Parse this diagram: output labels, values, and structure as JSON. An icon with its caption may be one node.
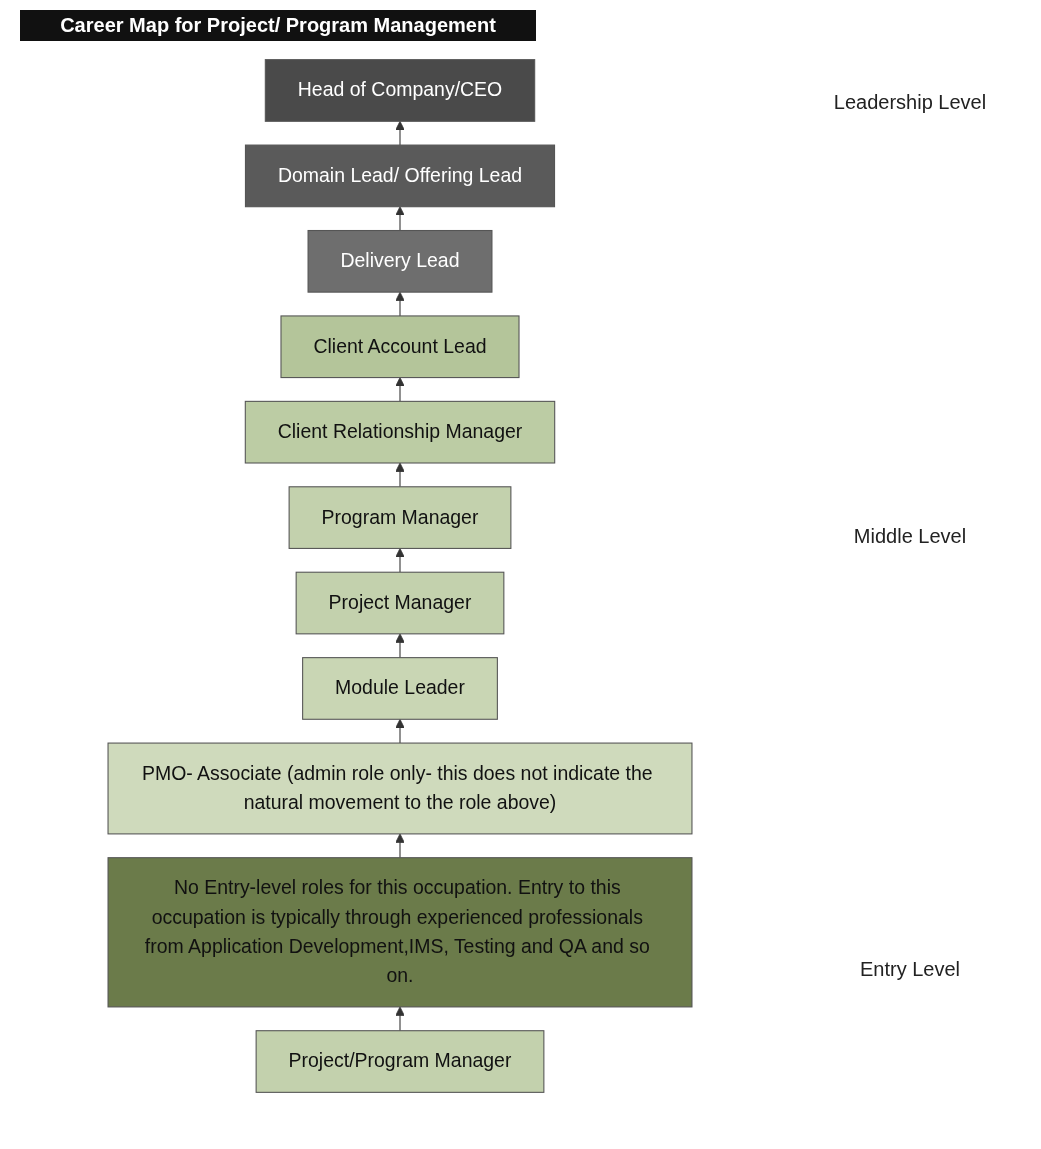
{
  "diagram": {
    "title": "Career Map for Project/ Program Management",
    "nodes": [
      {
        "text": [
          "Head of Company/CEO"
        ]
      },
      {
        "text": [
          "Domain Lead/ Offering Lead"
        ]
      },
      {
        "text": [
          "Delivery Lead"
        ]
      },
      {
        "text": [
          "Client Account Lead"
        ]
      },
      {
        "text": [
          "Client Relationship Manager"
        ]
      },
      {
        "text": [
          "Program Manager"
        ]
      },
      {
        "text": [
          "Project Manager"
        ]
      },
      {
        "text": [
          "Module Leader"
        ]
      },
      {
        "text": [
          "PMO- Associate (admin role only- this does not indicate the natural movement to the role above)"
        ]
      },
      {
        "text": [
          "No Entry-level roles for this occupation. Entry to this occupation is typically through experienced professionals from Application Development,IMS, Testing and QA and so on."
        ]
      },
      {
        "text": [
          "Project/Program Manager"
        ]
      }
    ],
    "edges": [
      {
        "from": 10,
        "to": 9,
        "arrow": "to"
      },
      {
        "from": 9,
        "to": 8,
        "arrow": "to"
      },
      {
        "from": 8,
        "to": 7,
        "arrow": "to"
      },
      {
        "from": 7,
        "to": 6,
        "arrow": "to"
      },
      {
        "from": 6,
        "to": 5,
        "arrow": "to"
      },
      {
        "from": 5,
        "to": 4,
        "arrow": "to"
      },
      {
        "from": 4,
        "to": 3,
        "arrow": "to"
      },
      {
        "from": 3,
        "to": 2,
        "arrow": "to"
      },
      {
        "from": 2,
        "to": 1,
        "arrow": "to"
      },
      {
        "from": 1,
        "to": 0,
        "arrow": "to"
      }
    ],
    "labels": [
      "Leadership Level",
      "Middle Level",
      "Entry Level"
    ]
  }
}
